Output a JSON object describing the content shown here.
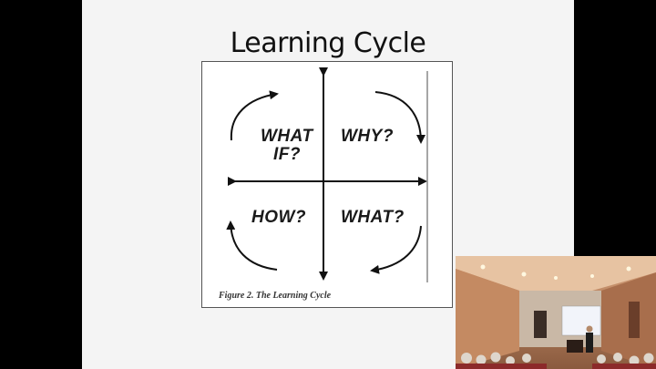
{
  "slide": {
    "title": "Learning Cycle"
  },
  "figure": {
    "quadrants": {
      "top_left_line1": "WHAT",
      "top_left_line2": "IF?",
      "top_right": "WHY?",
      "bottom_left": "HOW?",
      "bottom_right": "WHAT?"
    },
    "caption": "Figure 2. The Learning Cycle"
  },
  "video_overlay": {
    "description": "presenter-camera-feed"
  }
}
